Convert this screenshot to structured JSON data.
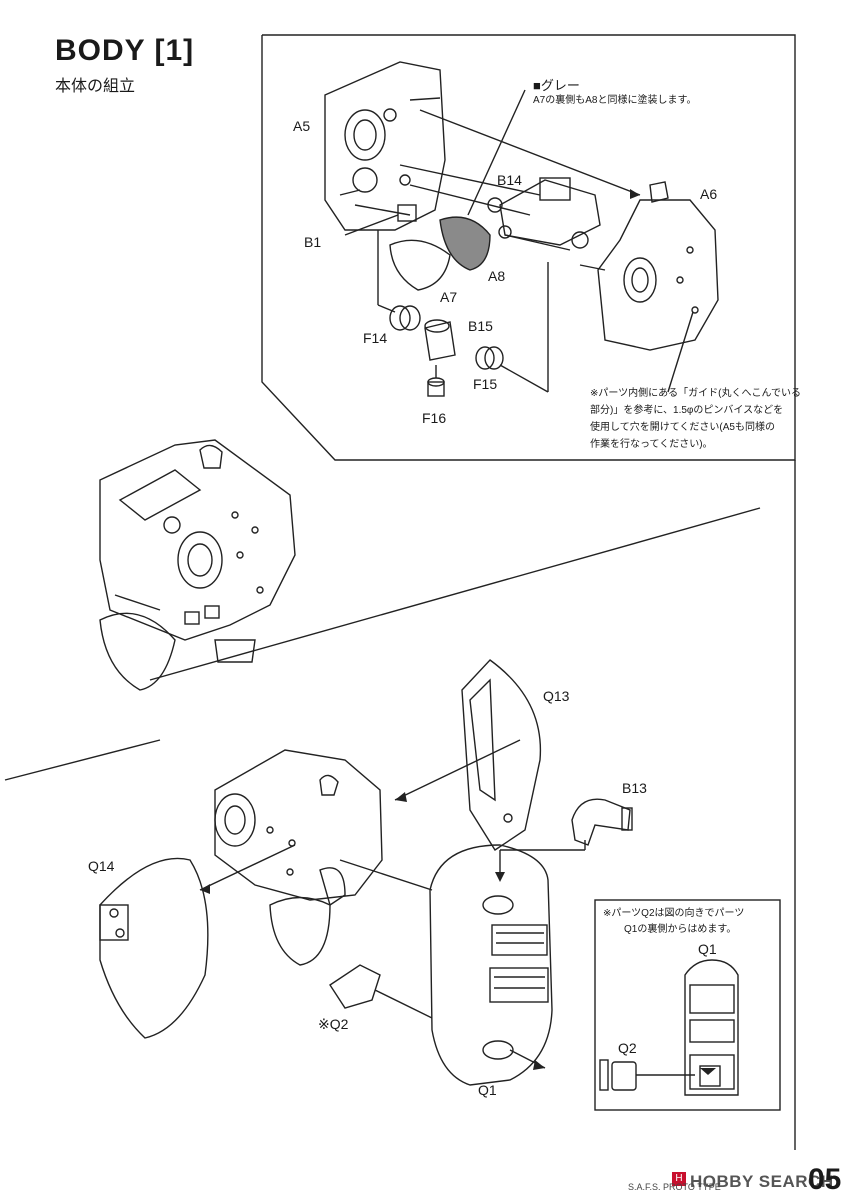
{
  "header": {
    "title": "BODY [1]",
    "subtitle": "本体の組立"
  },
  "paint_note": {
    "color": "■グレー",
    "text": "A7の裏側もA8と同様に塗装します。"
  },
  "parts_top": [
    "A5",
    "B14",
    "A6",
    "B1",
    "A7",
    "A8",
    "F14",
    "B15",
    "F15",
    "F16"
  ],
  "guide_note": [
    "※パーツ内側にある「ガイド(丸くへこんでいる",
    "部分)」を参考に、1.5φのピンバイスなどを",
    "使用して穴を開けてください(A5も同様の",
    "作業を行なってください)。"
  ],
  "parts_bottom": [
    "Q13",
    "B13",
    "Q14",
    "※Q2",
    "Q1"
  ],
  "q2_note": {
    "lines": [
      "※パーツQ2は図の向きでパーツ",
      "Q1の裏側からはめます。"
    ],
    "q1_label": "Q1",
    "q2_label": "Q2"
  },
  "footer": {
    "brand_mark": "H",
    "brand": "HOBBY SEARCH",
    "model": "S.A.F.S. PROTO TYPE",
    "page": "05"
  }
}
